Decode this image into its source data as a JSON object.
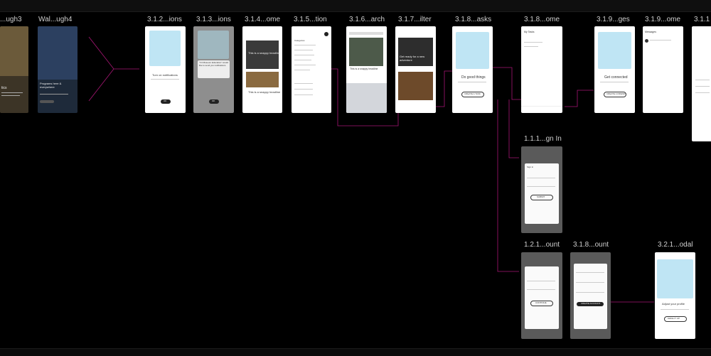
{
  "frames": [
    {
      "id": "f0",
      "title": "...ugh3",
      "body_text": "tics"
    },
    {
      "id": "f1",
      "title": "Wal...ugh4",
      "body_text": "Programs here & everywhere"
    },
    {
      "id": "f2",
      "title": "3.1.2...ions",
      "body_text": "Turn on notifications"
    },
    {
      "id": "f3",
      "title": "3.1.3...ions",
      "body_text": "\"V4 Museum Education\" would like to send you notifications"
    },
    {
      "id": "f4",
      "title": "3.1.4...ome",
      "body_text": "This is a snappy headline"
    },
    {
      "id": "f5",
      "title": "3.1.5...tion",
      "body_text": "Categories"
    },
    {
      "id": "f6",
      "title": "3.1.6...arch",
      "body_text": "This is a snappy headline"
    },
    {
      "id": "f7",
      "title": "3.1.7...ilter",
      "body_text": "Get ready for a new adventure"
    },
    {
      "id": "f8",
      "title": "3.1.8...asks",
      "body_text": "Do good things"
    },
    {
      "id": "f9",
      "title": "3.1.8...ome",
      "body_text": "My Tasks"
    },
    {
      "id": "f10",
      "title": "3.1.9...ges",
      "body_text": "Get connected"
    },
    {
      "id": "f11",
      "title": "3.1.9...ome",
      "body_text": "Messages"
    },
    {
      "id": "f12",
      "title": "3.1.1",
      "body_text": ""
    },
    {
      "id": "f13",
      "title": "1.1.1...gn In",
      "body_text": "Sign in"
    },
    {
      "id": "f14",
      "title": "1.2.1...ount",
      "body_text": "Continue"
    },
    {
      "id": "f15",
      "title": "3.1.8...ount",
      "body_text": "Create account"
    },
    {
      "id": "f16",
      "title": "3.2.1...odal",
      "body_text": "Adjust your profile"
    }
  ],
  "buttons": {
    "f2": "OK",
    "f3": "OK",
    "f8": "CREATE A TASK",
    "f10": "CREATE A FRIEND",
    "f13": "SUBMIT",
    "f14": "CONTINUE",
    "f15": "CREATE ACCOUNT",
    "f16": "MAKE IT UP"
  },
  "colors": {
    "canvas_bg": "#000000",
    "frame_title": "#cfcfcf",
    "prototype_link": "#c51a8a",
    "illustration": "#bfe5f4"
  }
}
